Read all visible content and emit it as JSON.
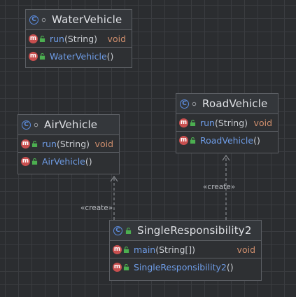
{
  "classes": [
    {
      "id": "water",
      "name": "WaterVehicle",
      "icon": "class-icon",
      "icon_glyph": "C",
      "members": [
        {
          "kind": "method",
          "name": "run",
          "params": "(String)",
          "returns": "void"
        }
      ],
      "constructors": [
        {
          "kind": "constructor",
          "name": "WaterVehicle",
          "params": "()"
        }
      ]
    },
    {
      "id": "road",
      "name": "RoadVehicle",
      "icon": "class-icon",
      "icon_glyph": "C",
      "members": [
        {
          "kind": "method",
          "name": "run",
          "params": "(String)",
          "returns": "void"
        }
      ],
      "constructors": [
        {
          "kind": "constructor",
          "name": "RoadVehicle",
          "params": "()"
        }
      ]
    },
    {
      "id": "air",
      "name": "AirVehicle",
      "icon": "class-icon",
      "icon_glyph": "C",
      "members": [
        {
          "kind": "method",
          "name": "run",
          "params": "(String)",
          "returns": "void"
        }
      ],
      "constructors": [
        {
          "kind": "constructor",
          "name": "AirVehicle",
          "params": "()"
        }
      ]
    },
    {
      "id": "single",
      "name": "SingleResponsibility2",
      "icon": "class-icon",
      "icon_glyph": "C",
      "members": [
        {
          "kind": "method",
          "name": "main",
          "params": "(String[])",
          "returns": "void"
        }
      ],
      "constructors": [
        {
          "kind": "constructor",
          "name": "SingleResponsibility2",
          "params": "()"
        }
      ]
    }
  ],
  "method_icon_glyph": "m",
  "relations": [
    {
      "from": "single",
      "to": "air",
      "label": "«create»",
      "style": "dashed"
    },
    {
      "from": "single",
      "to": "road",
      "label": "«create»",
      "style": "dashed"
    }
  ],
  "colors": {
    "background": "#2b2d30",
    "grid": "#3a3c40",
    "class_icon": "#5c8de0",
    "method_icon": "#c94f4f",
    "public_lock": "#4caf50",
    "method_name": "#6e9ce6",
    "return_type": "#cf8e6d",
    "edge": "#9a9da2"
  }
}
